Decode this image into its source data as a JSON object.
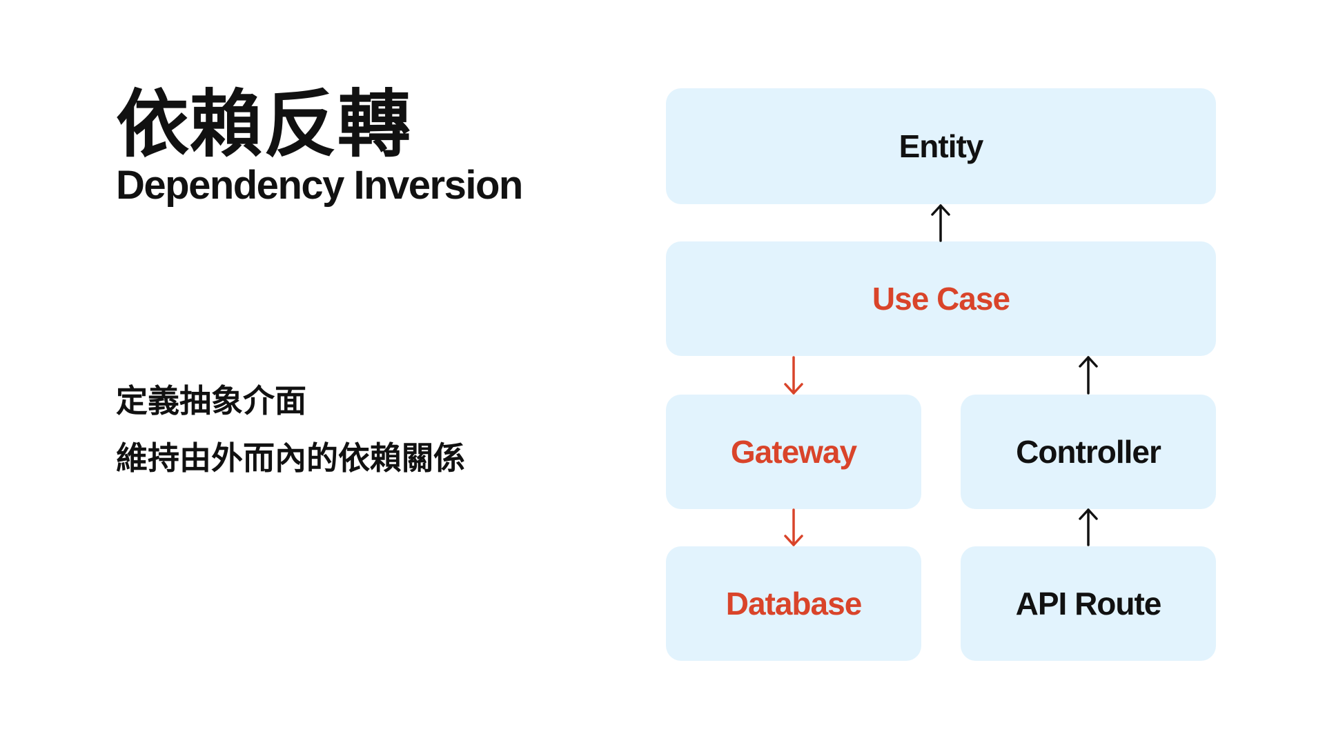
{
  "title": {
    "zh": "依賴反轉",
    "en": "Dependency Inversion"
  },
  "description": {
    "line1": "定義抽象介面",
    "line2": "維持由外而內的依賴關係"
  },
  "colors": {
    "text": "#111111",
    "accent": "#d9442a",
    "box_bg": "#e2f3fd"
  },
  "diagram": {
    "entity": "Entity",
    "use_case": "Use Case",
    "gateway": "Gateway",
    "controller": "Controller",
    "database": "Database",
    "api_route": "API Route"
  },
  "edges": [
    {
      "from": "use_case",
      "to": "entity",
      "color": "#111111"
    },
    {
      "from": "use_case",
      "to": "gateway",
      "color": "#d9442a"
    },
    {
      "from": "gateway",
      "to": "database",
      "color": "#d9442a"
    },
    {
      "from": "controller",
      "to": "use_case",
      "color": "#111111"
    },
    {
      "from": "api_route",
      "to": "controller",
      "color": "#111111"
    }
  ]
}
